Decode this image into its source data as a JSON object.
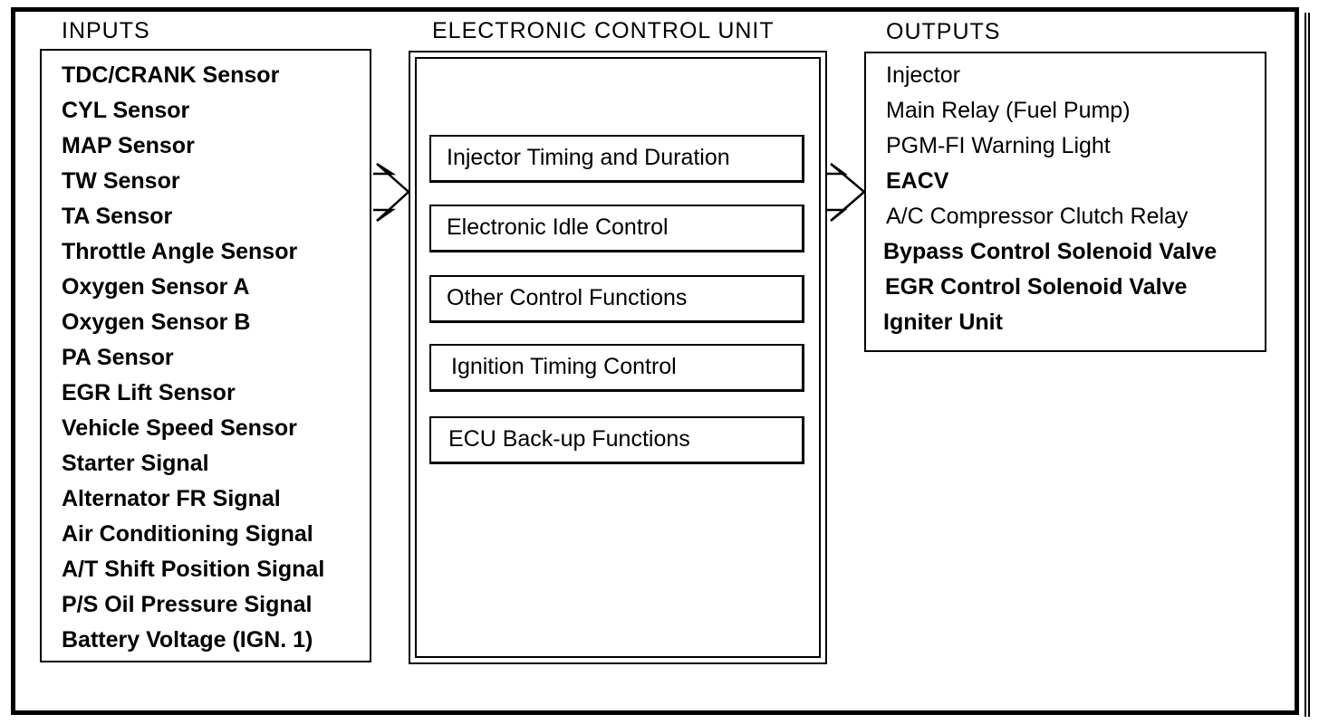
{
  "inputs": {
    "heading": "INPUTS",
    "items": [
      "TDC/CRANK Sensor",
      "CYL Sensor",
      "MAP Sensor",
      "TW Sensor",
      "TA Sensor",
      "Throttle Angle Sensor",
      "Oxygen Sensor A",
      "Oxygen Sensor B",
      "PA Sensor",
      "EGR Lift Sensor",
      "Vehicle Speed Sensor",
      "Starter Signal",
      "Alternator FR Signal",
      "Air Conditioning Signal",
      "A/T Shift Position Signal",
      "P/S Oil Pressure Signal",
      "Battery Voltage (IGN. 1)"
    ]
  },
  "ecu": {
    "heading": "ELECTRONIC CONTROL UNIT",
    "functions": [
      "Injector Timing and Duration",
      "Electronic Idle Control",
      "Other Control Functions",
      "Ignition Timing Control",
      "ECU Back-up Functions"
    ]
  },
  "outputs": {
    "heading": "OUTPUTS",
    "items": [
      "Injector",
      "Main Relay (Fuel Pump)",
      "PGM-FI Warning Light",
      "EACV",
      "A/C Compressor Clutch Relay",
      "Bypass Control Solenoid Valve",
      "EGR Control Solenoid Valve",
      "Igniter Unit"
    ]
  }
}
